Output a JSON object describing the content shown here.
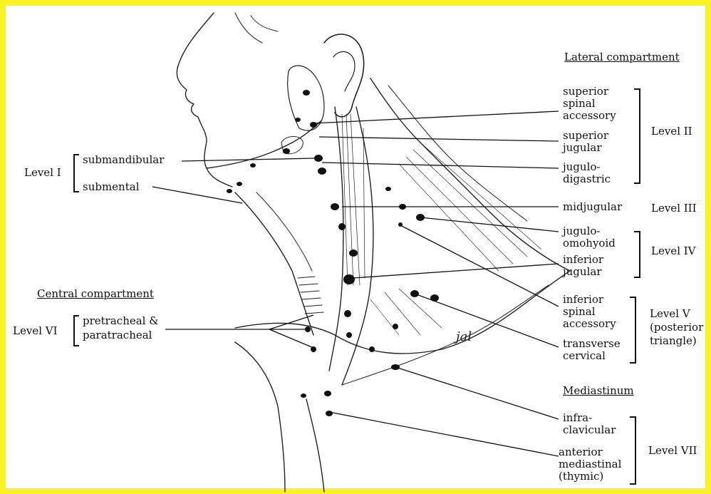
{
  "colors": {
    "frame": "#fbf225",
    "ink": "#111111",
    "background": "#ffffff"
  },
  "headings": {
    "lateral": "Lateral compartment",
    "central": "Central compartment",
    "mediastinum": "Mediastinum"
  },
  "left_labels": {
    "level1": "Level I",
    "submandibular": "submandibular",
    "submental": "submental",
    "level6": "Level VI",
    "pretracheal_1": "pretracheal &",
    "pretracheal_2": "paratracheal"
  },
  "right_labels": {
    "superior_spinal_accessory": [
      "superior",
      "spinal",
      "accessory"
    ],
    "superior_jugular": [
      "superior",
      "jugular"
    ],
    "jugulodigastric": [
      "jugulo-",
      "digastric"
    ],
    "midjugular": "midjugular",
    "jugulo_omohyoid": [
      "jugulo-",
      "omohyoid"
    ],
    "inferior_jugular": [
      "inferior",
      "jugular"
    ],
    "inferior_spinal_accessory": [
      "inferior",
      "spinal",
      "accessory"
    ],
    "transverse_cervical": [
      "transverse",
      "cervical"
    ],
    "infraclavicular": [
      "infra-",
      "clavicular"
    ],
    "anterior_mediastinal": [
      "anterior",
      "mediastinal",
      "(thymic)"
    ]
  },
  "levels": {
    "level2": "Level II",
    "level3": "Level III",
    "level4": "Level IV",
    "level5": [
      "Level V",
      "(posterior",
      "triangle)"
    ],
    "level7": "Level VII"
  },
  "signature": "jal"
}
